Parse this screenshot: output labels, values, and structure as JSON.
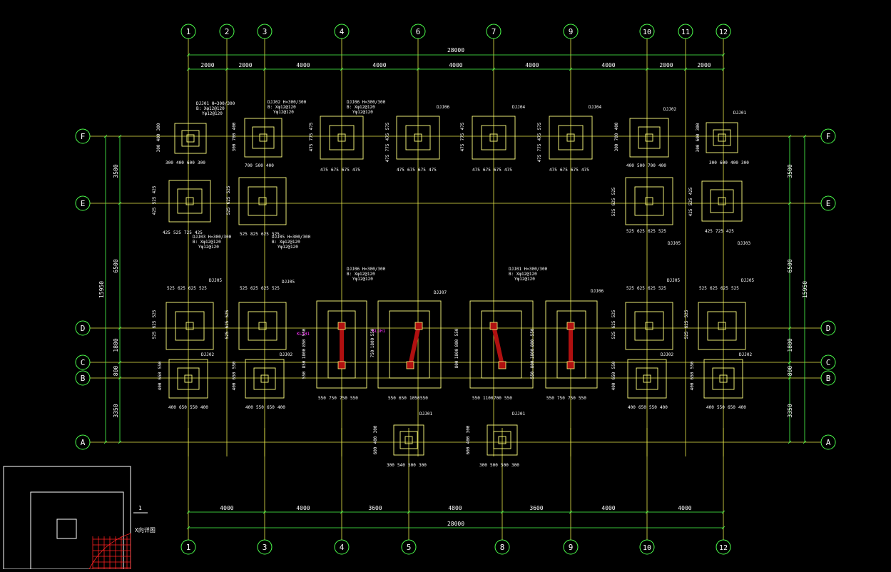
{
  "colors": {
    "background": "#000000",
    "grid": "#e8e84a",
    "dim": "#4cff4c",
    "footing": "#ffff80",
    "text": "#ffffff",
    "annotation": "#ff33ff",
    "column": "#b01010",
    "hatch": "#ff2020"
  },
  "axes": {
    "top": [
      "1",
      "2",
      "3",
      "4",
      "6",
      "7",
      "9",
      "10",
      "11",
      "12"
    ],
    "bottom": [
      "1",
      "3",
      "4",
      "5",
      "8",
      "9",
      "10",
      "12"
    ],
    "rows": [
      "F",
      "E",
      "D",
      "C",
      "B",
      "A"
    ]
  },
  "dims": {
    "top_total": "28000",
    "top_spans": [
      "2000",
      "2000",
      "4000",
      "4000",
      "4000",
      "4000",
      "4000",
      "2000",
      "2000"
    ],
    "bottom_spans": [
      "4000",
      "4000",
      "3600",
      "4800",
      "3600",
      "4000",
      "4000"
    ],
    "bottom_total": "28000",
    "left_spans": [
      "3500",
      "6500",
      "1800",
      "800",
      "3350"
    ],
    "left_total": "15950",
    "right_spans": [
      "3500",
      "6500",
      "1800",
      "800",
      "3350"
    ],
    "right_total": "15950"
  },
  "footings": [
    {
      "tag": "DJJ01",
      "note": "DJJ01 H=300/300",
      "n2": "B: Xφ12@120",
      "n3": "Yφ12@120",
      "left": [
        "300",
        "400",
        "300"
      ],
      "bottom": [
        "300",
        "400",
        "600",
        "300"
      ]
    },
    {
      "tag": "DJJ02",
      "note": "DJJ02 H=300/300",
      "n2": "B: Xφ12@120",
      "n3": "Yφ12@120",
      "left": [
        "400",
        "700",
        "300"
      ],
      "bottom": [
        "700",
        "500",
        "400"
      ]
    },
    {
      "tag": "DJJ06",
      "note": "DJJ06 H=300/300",
      "n2": "B: Xφ12@120",
      "n3": "Yφ12@120",
      "left": [
        "475",
        "775",
        "475"
      ],
      "bottom": [
        "475",
        "675",
        "675",
        "475"
      ]
    },
    {
      "tag": "DJJ06",
      "left": [
        "575",
        "475",
        "775",
        "475"
      ],
      "bottom": [
        "475",
        "675",
        "675",
        "475"
      ]
    },
    {
      "tag": "DJJ04",
      "left": [
        "475",
        "775",
        "475"
      ],
      "bottom": [
        "475",
        "675",
        "675",
        "475"
      ]
    },
    {
      "tag": "DJJ04",
      "left": [
        "575",
        "475",
        "775",
        "475"
      ],
      "bottom": [
        "475",
        "675",
        "675",
        "475"
      ]
    },
    {
      "tag": "DJJ02",
      "left": [
        "400",
        "700",
        "300"
      ],
      "bottom": [
        "400",
        "500",
        "700",
        "400"
      ]
    },
    {
      "tag": "DJJ01",
      "left": [
        "300",
        "600",
        "300"
      ],
      "bottom": [
        "300",
        "600",
        "400",
        "300"
      ]
    },
    {
      "tag": "",
      "left": [
        "425",
        "525",
        "425"
      ],
      "bottom": [
        "425",
        "525",
        "725",
        "425"
      ]
    },
    {
      "tag": "",
      "left": [
        "525",
        "625",
        "525"
      ],
      "bottom": [
        "525",
        "825",
        "625",
        "525"
      ]
    },
    {
      "tag": "DJJ05",
      "left": [
        "525",
        "625",
        "525"
      ],
      "bottom": [
        "525",
        "625",
        "625",
        "525"
      ]
    },
    {
      "tag": "DJJ03",
      "left": [
        "425",
        "525",
        "425"
      ],
      "bottom": [
        "425",
        "725",
        "425"
      ]
    },
    {
      "tag": "DJJ03",
      "note": "DJJ03 H=300/300",
      "n2": "B: Xφ12@120",
      "n3": "Yφ12@120"
    },
    {
      "tag": "DJJ05",
      "note": "DJJ05 H=300/300",
      "n2": "B: Xφ12@120",
      "n3": "Yφ12@120"
    },
    {
      "tag": "DJJ05",
      "left": [
        "525",
        "625",
        "525"
      ],
      "top": [
        "525",
        "625",
        "625",
        "525"
      ]
    },
    {
      "tag": "DJJ05",
      "left": [
        "525",
        "625",
        "525"
      ],
      "top": [
        "525",
        "625",
        "625",
        "525"
      ]
    },
    {
      "tag": "DJJ06",
      "note": "DJJ06 H=300/300",
      "n2": "B: Xφ12@120",
      "n3": "Yφ12@120",
      "left": [
        "550",
        "850",
        "1800",
        "850",
        "550"
      ],
      "bottom": [
        "550",
        "750",
        "750",
        "550"
      ]
    },
    {
      "tag": "DJJ07",
      "left": [
        "550",
        "1800",
        "750"
      ],
      "bottom": [
        "550",
        "650",
        "1050",
        "550"
      ]
    },
    {
      "tag": "DJJ01",
      "note": "DJJ01 H=300/300",
      "n2": "B: Xφ12@120",
      "n3": "Yφ12@120",
      "left": [
        "550",
        "800",
        "1800",
        "800"
      ],
      "bottom": [
        "550",
        "1100",
        "700",
        "550"
      ]
    },
    {
      "tag": "DJJ06",
      "left": [
        "550",
        "800",
        "1800",
        "800",
        "550"
      ],
      "bottom": [
        "550",
        "750",
        "750",
        "550"
      ]
    },
    {
      "tag": "DJJ05",
      "left": [
        "525",
        "625",
        "525"
      ],
      "top": [
        "525",
        "625",
        "625",
        "525"
      ]
    },
    {
      "tag": "DJJ05",
      "left": [
        "525",
        "625",
        "525"
      ],
      "top": [
        "525",
        "625",
        "625",
        "525"
      ]
    },
    {
      "tag": "DJJ02",
      "left": [
        "550",
        "650",
        "400"
      ],
      "bottom": [
        "400",
        "650",
        "550",
        "400"
      ]
    },
    {
      "tag": "DJJ02",
      "left": [
        "550",
        "650",
        "400"
      ],
      "bottom": [
        "400",
        "550",
        "650",
        "400"
      ]
    },
    {
      "tag": "DJJ02",
      "left": [
        "550",
        "650",
        "400"
      ],
      "bottom": [
        "400",
        "650",
        "550",
        "400"
      ]
    },
    {
      "tag": "DJJ02",
      "left": [
        "550",
        "650",
        "400"
      ],
      "bottom": [
        "400",
        "550",
        "650",
        "400"
      ]
    },
    {
      "tag": "DJJ01",
      "left": [
        "300",
        "400",
        "600"
      ],
      "bottom": [
        "300",
        "540",
        "500",
        "300"
      ]
    },
    {
      "tag": "DJJ01",
      "left": [
        "300",
        "400",
        "600"
      ],
      "bottom": [
        "300",
        "500",
        "500",
        "300"
      ]
    }
  ],
  "pink_notes": [
    "KL1H1",
    "KL1H1"
  ],
  "detail": {
    "label": "1",
    "caption": "X向详图"
  }
}
